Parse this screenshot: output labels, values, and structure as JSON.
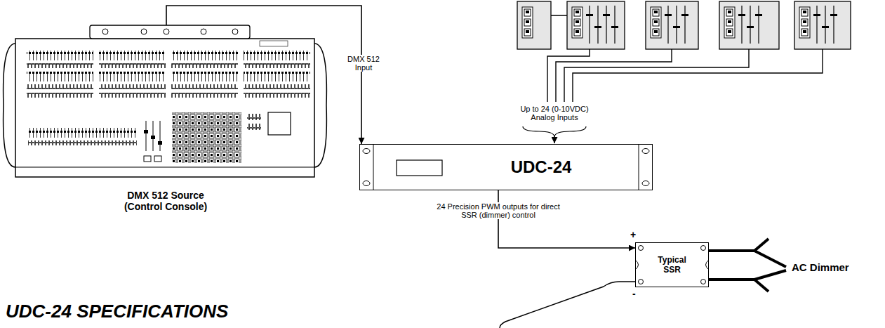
{
  "diagram": {
    "nodes": [
      {
        "text": [
          "DMX 512 Source (Control Console)"
        ]
      },
      {
        "text": [
          "UDC-24"
        ]
      },
      {
        "text": [
          "Typical SSR"
        ]
      }
    ],
    "edges": [
      {
        "from": 0,
        "to": 1,
        "arrow": "to",
        "label": "DMX 512 Input"
      },
      {
        "from": 1,
        "to": 2,
        "arrow": "to",
        "label": "24 Precision PWM outputs for direct SSR (dimmer) control"
      }
    ],
    "labels": [
      "Up to 24 (0-10VDC) Analog Inputs",
      "+",
      "-",
      "AC Dimmer",
      "UDC-24 SPECIFICATIONS"
    ]
  }
}
